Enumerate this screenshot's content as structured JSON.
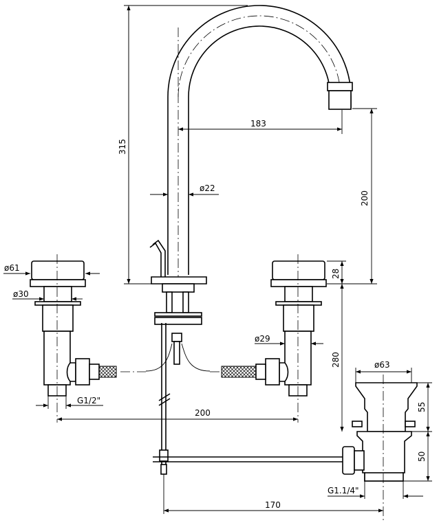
{
  "title": "Three-hole basin mixer with pop-up waste – technical drawing",
  "dimensions": {
    "total_height": "315",
    "spout_reach": "183",
    "spout_diameter": "ø22",
    "spout_height": "200",
    "base_height": "28",
    "handle_diameter": "ø61",
    "handle_stem_diameter": "ø30",
    "body_diameter": "ø29",
    "under_depth": "280",
    "handle_spacing": "200",
    "inlet_thread": "G1/2\"",
    "waste_diameter": "ø63",
    "waste_upper": "55",
    "waste_lower": "50",
    "waste_thread": "G1.1/4\"",
    "rod_length": "170"
  }
}
